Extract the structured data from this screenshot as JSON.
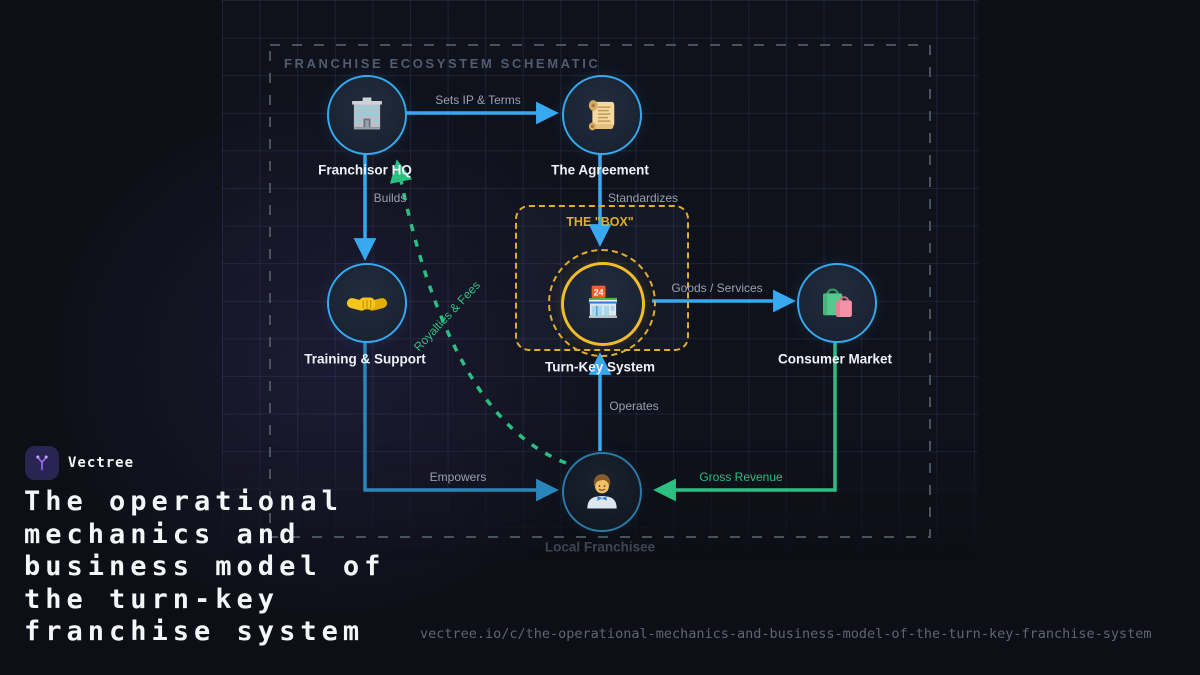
{
  "brand": {
    "name": "Vectree",
    "logo_icon": "vectree-branch-icon",
    "logo_color": "#9b6df2"
  },
  "title": {
    "lines": [
      "The operational",
      "mechanics and",
      "business model of",
      "the turn-key",
      "franchise system"
    ]
  },
  "footer": {
    "url": "vectree.io/c/the-operational-mechanics-and-business-model-of-the-turn-key-franchise-system"
  },
  "diagram": {
    "heading": "FRANCHISE ECOSYSTEM SCHEMATIC",
    "box_label": "THE \"BOX\"",
    "store_sign": "24",
    "nodes": [
      {
        "id": "franchisor-hq",
        "label": "Franchisor HQ",
        "icon": "office-building-icon"
      },
      {
        "id": "the-agreement",
        "label": "The Agreement",
        "icon": "scroll-icon"
      },
      {
        "id": "training-support",
        "label": "Training & Support",
        "icon": "handshake-icon"
      },
      {
        "id": "turn-key-system",
        "label": "Turn-Key System",
        "icon": "convenience-store-icon"
      },
      {
        "id": "consumer-market",
        "label": "Consumer Market",
        "icon": "shopping-bags-icon"
      },
      {
        "id": "local-franchisee",
        "label": "Local Franchisee",
        "icon": "office-worker-icon"
      }
    ],
    "edges": [
      {
        "label": "Sets IP & Terms",
        "from": "franchisor-hq",
        "to": "the-agreement",
        "color": "#38a9f0",
        "style": "solid"
      },
      {
        "label": "Builds",
        "from": "franchisor-hq",
        "to": "training-support",
        "color": "#38a9f0",
        "style": "solid"
      },
      {
        "label": "Standardizes",
        "from": "the-agreement",
        "to": "turn-key-system",
        "color": "#38a9f0",
        "style": "solid"
      },
      {
        "label": "Goods / Services",
        "from": "turn-key-system",
        "to": "consumer-market",
        "color": "#38a9f0",
        "style": "solid"
      },
      {
        "label": "Empowers",
        "from": "training-support",
        "to": "local-franchisee",
        "color": "#2a86ba",
        "style": "solid"
      },
      {
        "label": "Operates",
        "from": "local-franchisee",
        "to": "turn-key-system",
        "color": "#38a9f0",
        "style": "solid"
      },
      {
        "label": "Gross Revenue",
        "from": "consumer-market",
        "to": "local-franchisee",
        "color": "#2cbf82",
        "style": "solid"
      },
      {
        "label": "Royalties & Fees",
        "from": "local-franchisee",
        "to": "franchisor-hq",
        "color": "#2cbf82",
        "style": "dashed"
      }
    ],
    "colors": {
      "accent_blue": "#38a9f0",
      "accent_green": "#2cbf82",
      "accent_yellow": "#eebc2e",
      "frame_gray": "#49535f"
    }
  }
}
